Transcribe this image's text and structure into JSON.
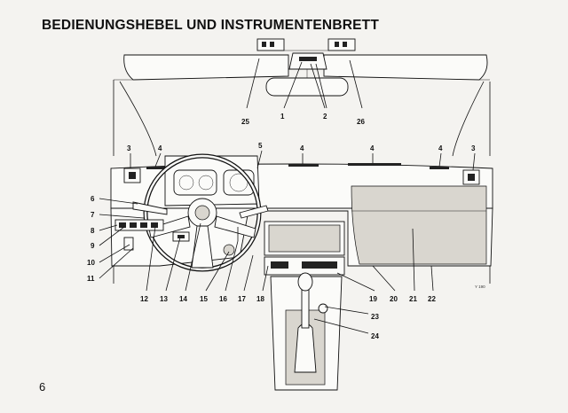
{
  "page": {
    "title": "BEDIENUNGSHEBEL UND INSTRUMENTENBRETT",
    "page_number": "6",
    "figure_ref": "Y 190"
  },
  "callouts": [
    {
      "id": "c1",
      "label": "1"
    },
    {
      "id": "c2",
      "label": "2"
    },
    {
      "id": "c3a",
      "label": "3"
    },
    {
      "id": "c3b",
      "label": "3"
    },
    {
      "id": "c4a",
      "label": "4"
    },
    {
      "id": "c4b",
      "label": "4"
    },
    {
      "id": "c4c",
      "label": "4"
    },
    {
      "id": "c4d",
      "label": "4"
    },
    {
      "id": "c5",
      "label": "5"
    },
    {
      "id": "c6",
      "label": "6"
    },
    {
      "id": "c7",
      "label": "7"
    },
    {
      "id": "c8",
      "label": "8"
    },
    {
      "id": "c9",
      "label": "9"
    },
    {
      "id": "c10",
      "label": "10"
    },
    {
      "id": "c11",
      "label": "11"
    },
    {
      "id": "c12",
      "label": "12"
    },
    {
      "id": "c13",
      "label": "13"
    },
    {
      "id": "c14",
      "label": "14"
    },
    {
      "id": "c15",
      "label": "15"
    },
    {
      "id": "c16",
      "label": "16"
    },
    {
      "id": "c17",
      "label": "17"
    },
    {
      "id": "c18",
      "label": "18"
    },
    {
      "id": "c19",
      "label": "19"
    },
    {
      "id": "c20",
      "label": "20"
    },
    {
      "id": "c21",
      "label": "21"
    },
    {
      "id": "c22",
      "label": "22"
    },
    {
      "id": "c23",
      "label": "23"
    },
    {
      "id": "c24",
      "label": "24"
    },
    {
      "id": "c25",
      "label": "25"
    },
    {
      "id": "c26",
      "label": "26"
    }
  ]
}
